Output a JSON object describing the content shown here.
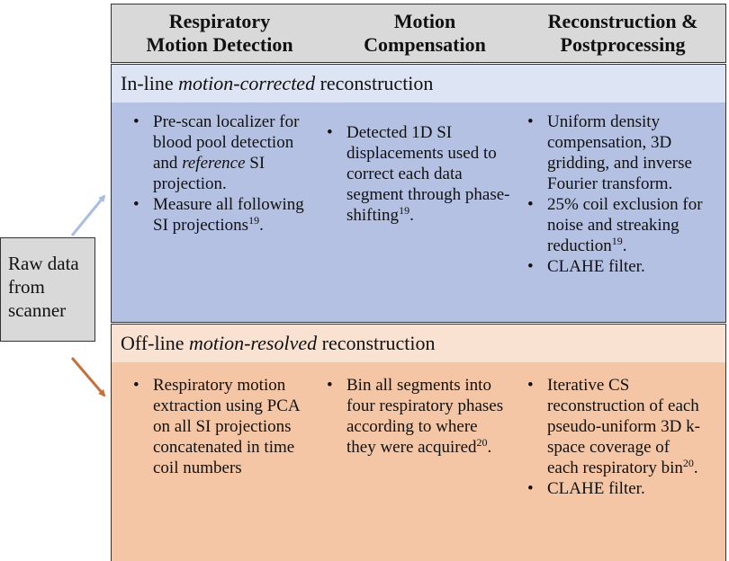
{
  "header": {
    "col1": [
      "Respiratory",
      "Motion Detection"
    ],
    "col2": [
      "Motion",
      "Compensation"
    ],
    "col3": [
      "Reconstruction &",
      "Postprocessing"
    ]
  },
  "inline": {
    "title_pre": "In-line ",
    "title_em": "motion-corrected",
    "title_post": " reconstruction",
    "col1": [
      {
        "pre": "Pre-scan localizer for blood pool detection and ",
        "em": "reference",
        "post": " SI projection.",
        "sup": ""
      },
      {
        "pre": "Measure all following SI projections",
        "em": "",
        "post": ".",
        "sup": "19"
      }
    ],
    "col2": [
      {
        "pre": "Detected 1D SI displacements used to correct each data segment through phase-shifting",
        "em": "",
        "post": ".",
        "sup": "19"
      }
    ],
    "col3": [
      {
        "pre": "Uniform density compensation, 3D gridding, and inverse Fourier transform.",
        "em": "",
        "post": "",
        "sup": ""
      },
      {
        "pre": "25% coil exclusion for noise and streaking reduction",
        "em": "",
        "post": ".",
        "sup": "19"
      },
      {
        "pre": "CLAHE filter.",
        "em": "",
        "post": "",
        "sup": ""
      }
    ]
  },
  "offline": {
    "title_pre": "Off-line ",
    "title_em": "motion-resolved",
    "title_post": " reconstruction",
    "col1": [
      {
        "pre": "Respiratory motion extraction using PCA on all SI projections concatenated in time coil numbers",
        "em": "",
        "post": "",
        "sup": ""
      }
    ],
    "col2": [
      {
        "pre": "Bin all segments into four respiratory phases according to where they were acquired",
        "em": "",
        "post": ".",
        "sup": "20"
      }
    ],
    "col3": [
      {
        "pre": "Iterative CS reconstruction of each pseudo-uniform 3D k-space coverage of each respiratory bin",
        "em": "",
        "post": ".",
        "sup": "20"
      },
      {
        "pre": "CLAHE filter.",
        "em": "",
        "post": "",
        "sup": ""
      }
    ]
  },
  "source": {
    "lines": [
      "Raw data",
      "from",
      "scanner"
    ]
  },
  "colors": {
    "header_bg": "#d9d9d9",
    "inline_band": "#dde4f3",
    "inline_panel": "#b4c1e3",
    "offline_band": "#fae2d3",
    "offline_panel": "#f4c6a6",
    "arrow_inline": "#a9bde3",
    "arrow_offline": "#c8703a"
  }
}
